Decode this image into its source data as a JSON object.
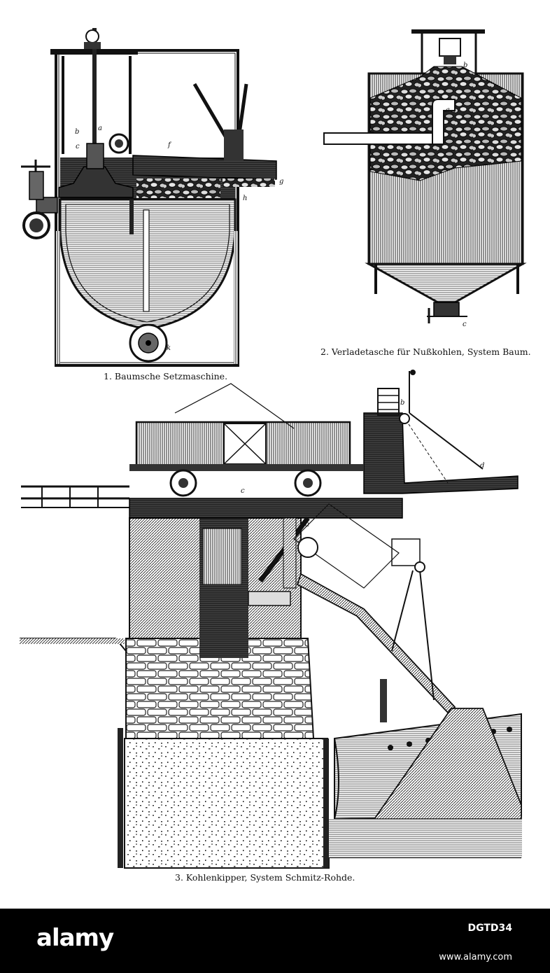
{
  "figures": [
    {
      "caption": "1. Baumsche Setzmaschine.",
      "labels": [
        "a",
        "b",
        "c",
        "f",
        "g",
        "h",
        "k"
      ]
    },
    {
      "caption": "2. Verladetasche für Nußkohlen, System Baum.",
      "labels": [
        "a",
        "b",
        "c"
      ]
    },
    {
      "caption": "3. Kohlenkipper, System Schmitz-Rohde.",
      "labels": [
        "a",
        "b",
        "c",
        "d"
      ]
    }
  ],
  "footer": {
    "logo": "alamy",
    "image_id": "DGTD34",
    "url": "www.alamy.com"
  }
}
